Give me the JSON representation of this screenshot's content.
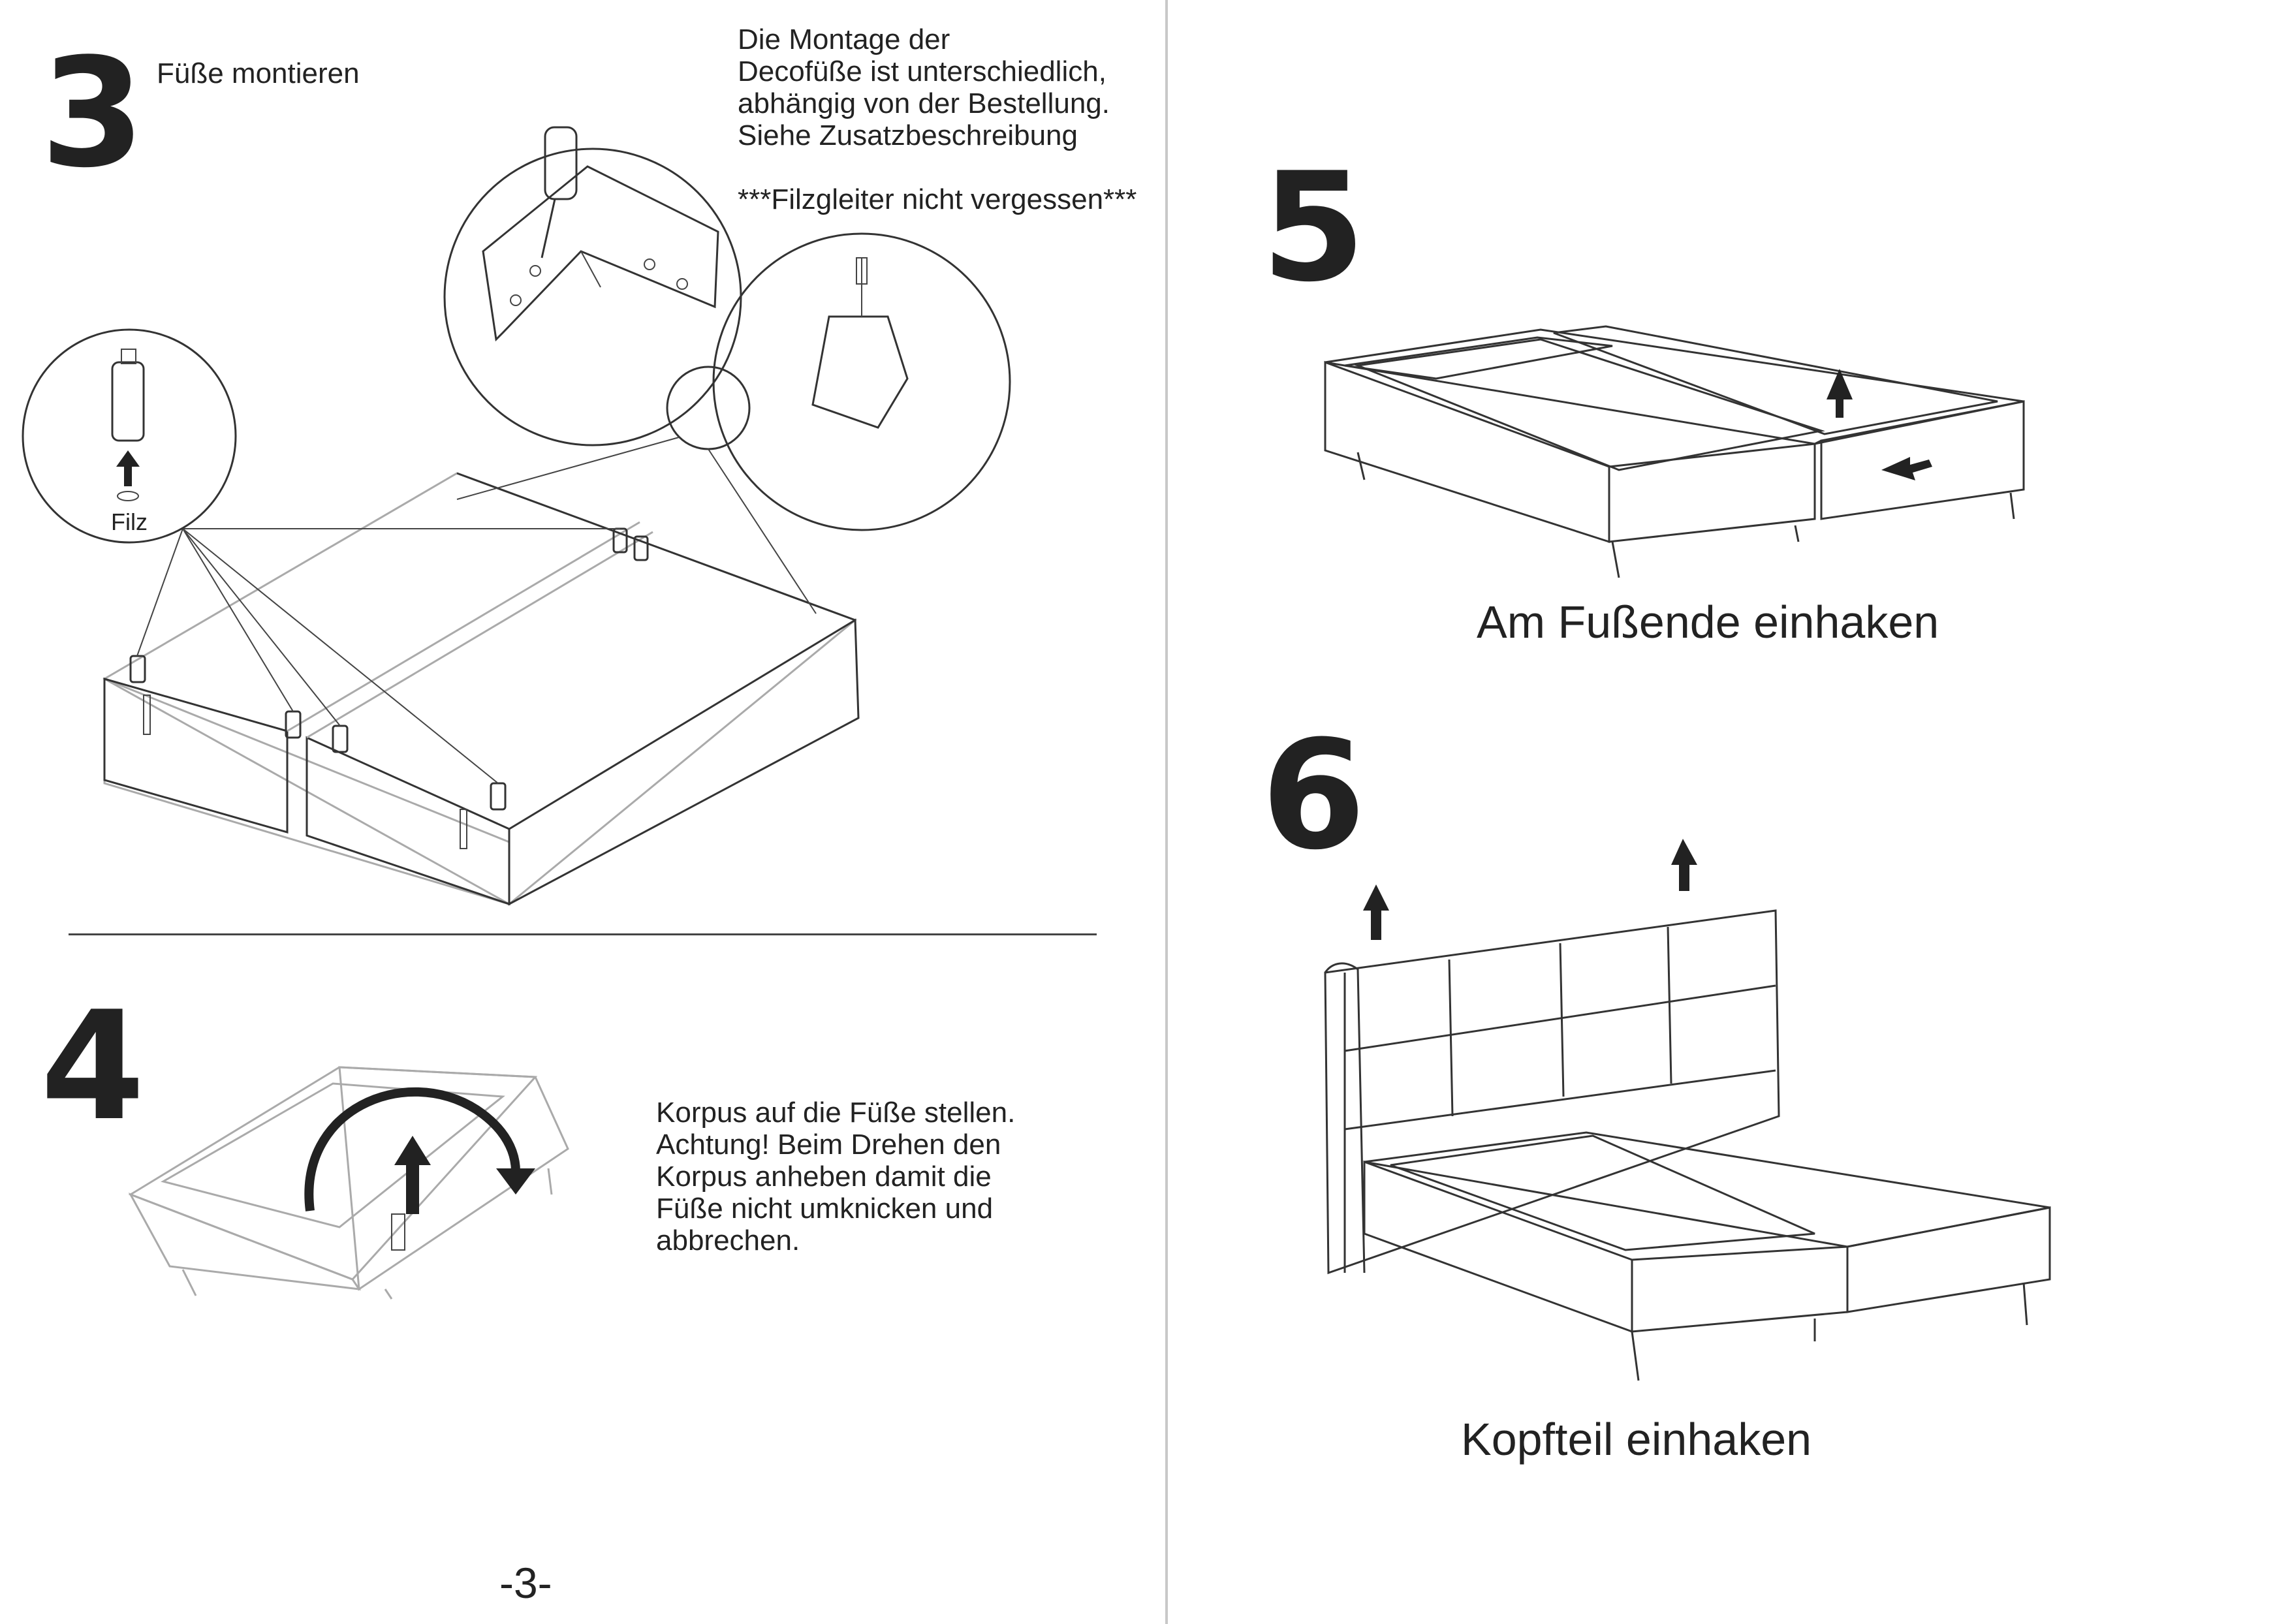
{
  "page": {
    "number": "-3-"
  },
  "step3": {
    "number": "3",
    "title": "Füße montieren",
    "note": "Die Montage der\nDecofüße ist unterschiedlich,\nabhängig von der Bestellung.\nSiehe Zusatzbeschreibung\n\n***Filzgleiter nicht vergessen***",
    "filz_label": "Filz"
  },
  "step4": {
    "number": "4",
    "text": "Korpus auf die Füße stellen.\nAchtung! Beim Drehen den\nKorpus anheben damit die\nFüße nicht umknicken und\nabbrechen."
  },
  "step5": {
    "number": "5",
    "caption": "Am Fußende einhaken"
  },
  "step6": {
    "number": "6",
    "caption": "Kopfteil einhaken"
  }
}
